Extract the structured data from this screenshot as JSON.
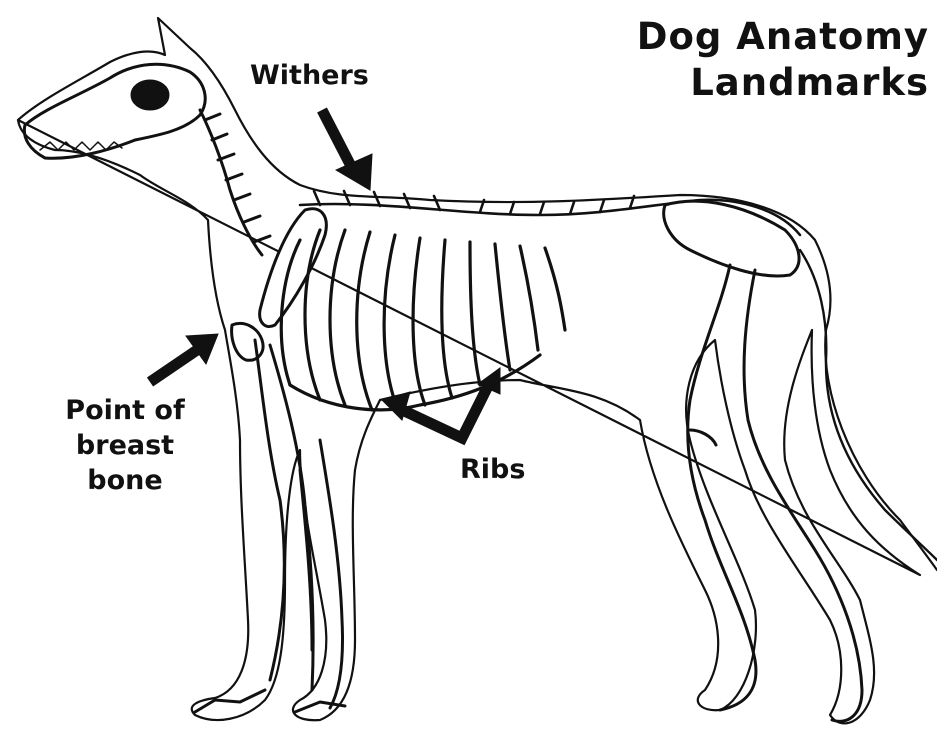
{
  "title": {
    "line1": "Dog Anatomy",
    "line2": "Landmarks"
  },
  "labels": {
    "withers": "Withers",
    "ribs": "Ribs",
    "breast_line1": "Point of",
    "breast_line2": "breast",
    "breast_line3": "bone"
  },
  "colors": {
    "ink": "#111111",
    "background": "#ffffff"
  }
}
